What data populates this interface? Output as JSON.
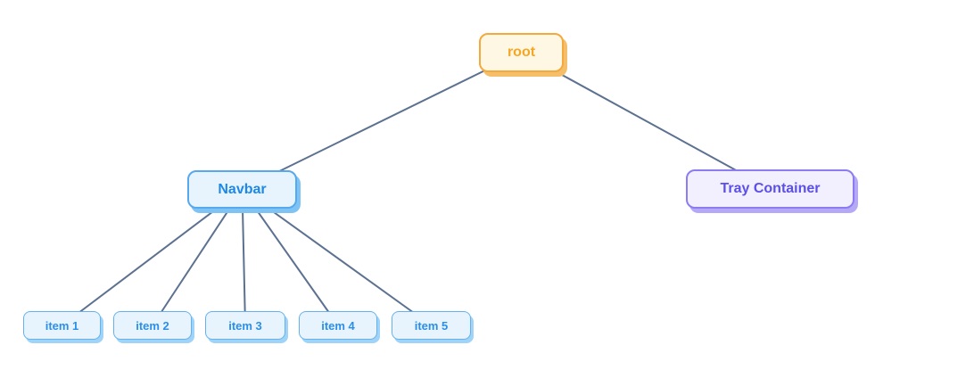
{
  "diagram": {
    "edge_color": "#5C7190",
    "nodes": {
      "root": {
        "label": "root",
        "text_color": "#F5A623",
        "bg_color": "#FEF7E4",
        "border_color": "#F3A93B",
        "shadow_color": "#F5BE6B"
      },
      "navbar": {
        "label": "Navbar",
        "text_color": "#1E88E5",
        "bg_color": "#E8F4FD",
        "border_color": "#55A9EC",
        "shadow_color": "#7EC3F4"
      },
      "tray": {
        "label": "Tray Container",
        "text_color": "#5B4FE9",
        "bg_color": "#F2F0FE",
        "border_color": "#8B7CF2",
        "shadow_color": "#B5A9F7"
      },
      "item1": {
        "label": "item 1",
        "text_color": "#2B8FE8",
        "bg_color": "#E8F4FD",
        "border_color": "#63B2EF",
        "shadow_color": "#9FD3F8"
      },
      "item2": {
        "label": "item 2",
        "text_color": "#2B8FE8",
        "bg_color": "#E8F4FD",
        "border_color": "#63B2EF",
        "shadow_color": "#9FD3F8"
      },
      "item3": {
        "label": "item 3",
        "text_color": "#2B8FE8",
        "bg_color": "#E8F4FD",
        "border_color": "#63B2EF",
        "shadow_color": "#9FD3F8"
      },
      "item4": {
        "label": "item 4",
        "text_color": "#2B8FE8",
        "bg_color": "#E8F4FD",
        "border_color": "#63B2EF",
        "shadow_color": "#9FD3F8"
      },
      "item5": {
        "label": "item 5",
        "text_color": "#2B8FE8",
        "bg_color": "#E8F4FD",
        "border_color": "#63B2EF",
        "shadow_color": "#9FD3F8"
      }
    },
    "edges": [
      {
        "from": "root",
        "to": "navbar"
      },
      {
        "from": "root",
        "to": "tray"
      },
      {
        "from": "navbar",
        "to": "item1"
      },
      {
        "from": "navbar",
        "to": "item2"
      },
      {
        "from": "navbar",
        "to": "item3"
      },
      {
        "from": "navbar",
        "to": "item4"
      },
      {
        "from": "navbar",
        "to": "item5"
      }
    ]
  }
}
